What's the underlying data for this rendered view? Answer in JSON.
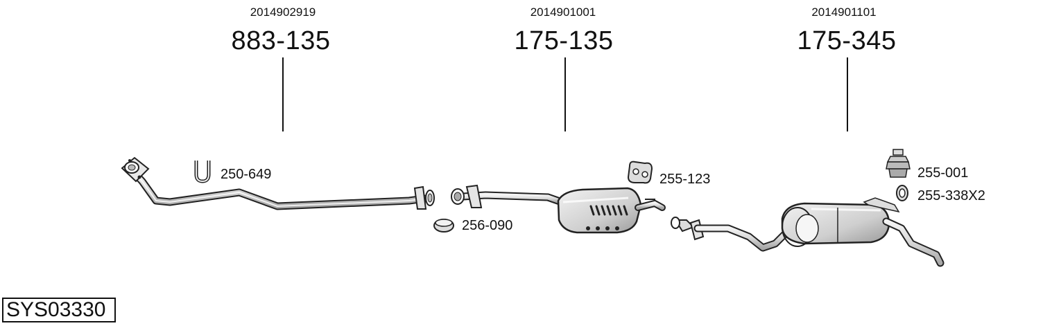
{
  "sections": [
    {
      "oem": "2014902919",
      "part": "883-135"
    },
    {
      "oem": "2014901001",
      "part": "175-135"
    },
    {
      "oem": "2014901101",
      "part": "175-345"
    }
  ],
  "accessories": {
    "u_bolt": "250-649",
    "gasket": "256-090",
    "hanger_rubber": "255-123",
    "mount_buffer": "255-001",
    "ring": "255-338X2"
  },
  "system_code": "SYS03330"
}
